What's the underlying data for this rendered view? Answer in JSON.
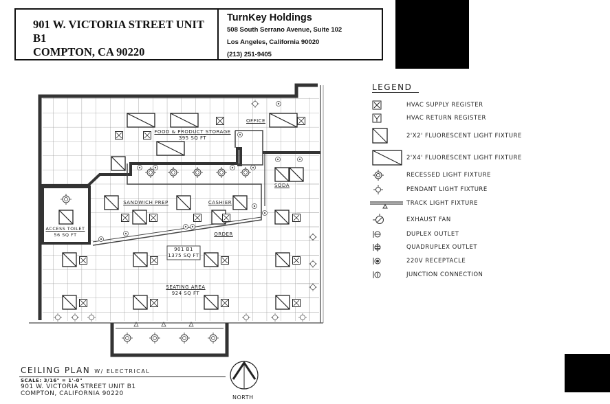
{
  "title_block": {
    "property_line1": "901 W. VICTORIA STREET UNIT B1",
    "property_line2": "COMPTON, CA 90220",
    "company": "TurnKey Holdings",
    "address_line1": "508 South Serrano Avenue, Suite 102",
    "address_line2": "Los Angeles, California 90020",
    "phone": "(213) 251-9405"
  },
  "legend": {
    "title": "LEGEND",
    "items": [
      {
        "icon": "hvac-supply-register-icon",
        "label": "HVAC SUPPLY REGISTER"
      },
      {
        "icon": "hvac-return-register-icon",
        "label": "HVAC RETURN REGISTER"
      },
      {
        "icon": "fluorescent-2x2-icon",
        "label": "2'x2' FLUORESCENT LIGHT FIXTURE"
      },
      {
        "icon": "fluorescent-2x4-icon",
        "label": "2'x4' FLUORESCENT LIGHT FIXTURE"
      },
      {
        "icon": "recessed-light-icon",
        "label": "RECESSED LIGHT FIXTURE"
      },
      {
        "icon": "pendant-light-icon",
        "label": "PENDANT LIGHT FIXTURE"
      },
      {
        "icon": "track-light-icon",
        "label": "TRACK LIGHT FIXTURE"
      },
      {
        "icon": "exhaust-fan-icon",
        "label": "EXHAUST FAN"
      },
      {
        "icon": "duplex-outlet-icon",
        "label": "DUPLEX OUTLET"
      },
      {
        "icon": "quadruplex-outlet-icon",
        "label": "QUADRUPLEX OUTLET"
      },
      {
        "icon": "receptacle-220v-icon",
        "label": "220V RECEPTACLE"
      },
      {
        "icon": "junction-connection-icon",
        "label": "JUNCTION CONNECTION"
      }
    ]
  },
  "rooms": {
    "storage": {
      "name": "FOOD & PRODUCT STORAGE",
      "area": "395 Sq Ft"
    },
    "office": {
      "name": "OFFICE"
    },
    "soda": {
      "name": "SODA"
    },
    "sandwich": {
      "name": "SANDWICH PREP"
    },
    "cashier": {
      "name": "CASHIER"
    },
    "order": {
      "name": "ORDER"
    },
    "toilet": {
      "name": "ACCESS TOILET",
      "area": "56 Sq Ft"
    },
    "unit": {
      "name": "901 B1",
      "area": "1375 Sq Ft"
    },
    "seating": {
      "name": "SEATING AREA",
      "area": "924 Sq Ft"
    }
  },
  "footer": {
    "title": "CEILING PLAN",
    "subtitle": "W/ ELECTRICAL",
    "scale": "SCALE: 3/16\" = 1'-0\"",
    "address_line1": "901 W. VICTORIA STREET UNIT B1",
    "address_line2": "COMPTON, CALIFORNIA 90220",
    "north_label": "NORTH"
  }
}
